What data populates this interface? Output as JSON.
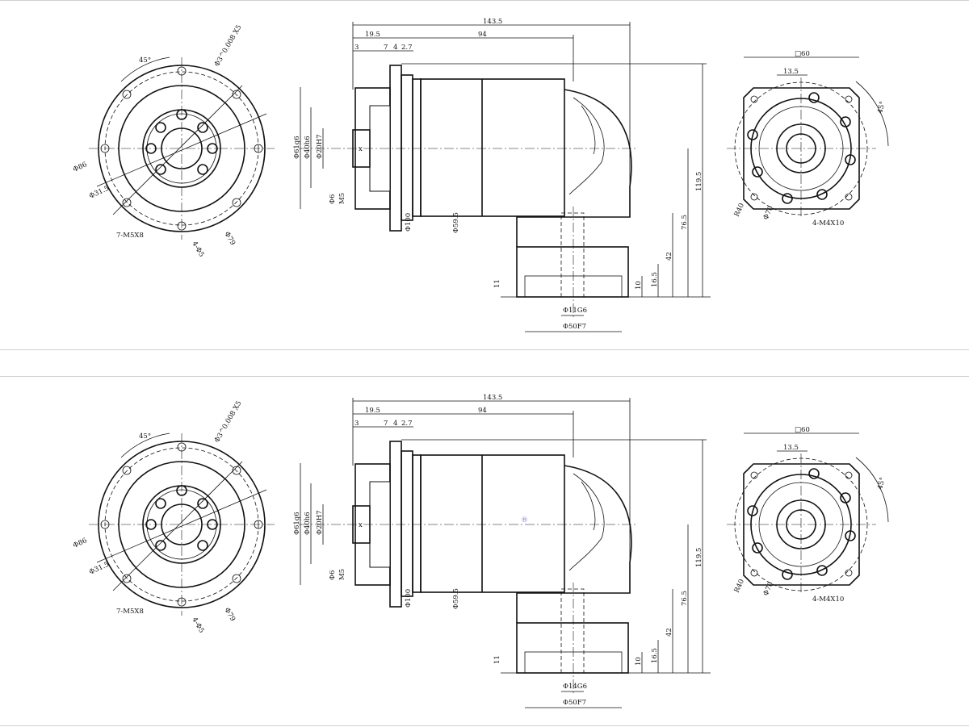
{
  "drawings": [
    {
      "id": "top",
      "front": {
        "pcd": "Φ86",
        "bore": "Φ31.5",
        "tapped_holes": "7-M5X8",
        "hole_dim": "Φ79",
        "angle": "45°",
        "tolerance": "Φ3^0.008 X5",
        "small": "4-Φ5"
      },
      "side": {
        "total": "143.5",
        "d1": "19.5",
        "d2": "3",
        "d3": "7",
        "d4": "4",
        "d5": "2.7",
        "d6": "94",
        "d_flange": "Φ61g6",
        "d_pilot": "Φ40h6",
        "d_bore": "Φ20H7",
        "d_hole1": "Φ6",
        "thread": "M5",
        "d_seat": "Φ100",
        "d_body": "Φ59.5",
        "h_total": "119.5",
        "h_mid": "76.5",
        "h_low": "42",
        "h_16": "16.5",
        "h_10": "10",
        "h_11": "11",
        "d_shaft": "Φ11G6",
        "d_spigot": "Φ50F7"
      },
      "end": {
        "square": "□60",
        "key": "13.5",
        "radius": "R40",
        "pilot": "Φ70",
        "tapped": "4-M4X10",
        "angle": "45°"
      }
    },
    {
      "id": "bottom",
      "front": {
        "pcd": "Φ86",
        "bore": "Φ31.5",
        "tapped_holes": "7-M5X8",
        "hole_dim": "Φ79",
        "angle": "45°",
        "tolerance": "Φ3^0.008 X5",
        "small": "4-Φ5"
      },
      "side": {
        "total": "143.5",
        "d1": "19.5",
        "d2": "3",
        "d3": "7",
        "d4": "4",
        "d5": "2.7",
        "d6": "94",
        "d_flange": "Φ61g6",
        "d_pilot": "Φ40h6",
        "d_bore": "Φ20H7",
        "d_hole1": "Φ6",
        "thread": "M5",
        "d_seat": "Φ100",
        "d_body": "Φ59.5",
        "h_total": "119.5",
        "h_mid": "76.5",
        "h_low": "42",
        "h_16": "16.5",
        "h_10": "10",
        "h_11": "11",
        "d_shaft": "Φ14G6",
        "d_spigot": "Φ50F7"
      },
      "end": {
        "square": "□60",
        "key": "13.5",
        "radius": "R40",
        "pilot": "Φ70",
        "tapped": "4-M4X10",
        "angle": "45°"
      },
      "logo": "®"
    }
  ]
}
